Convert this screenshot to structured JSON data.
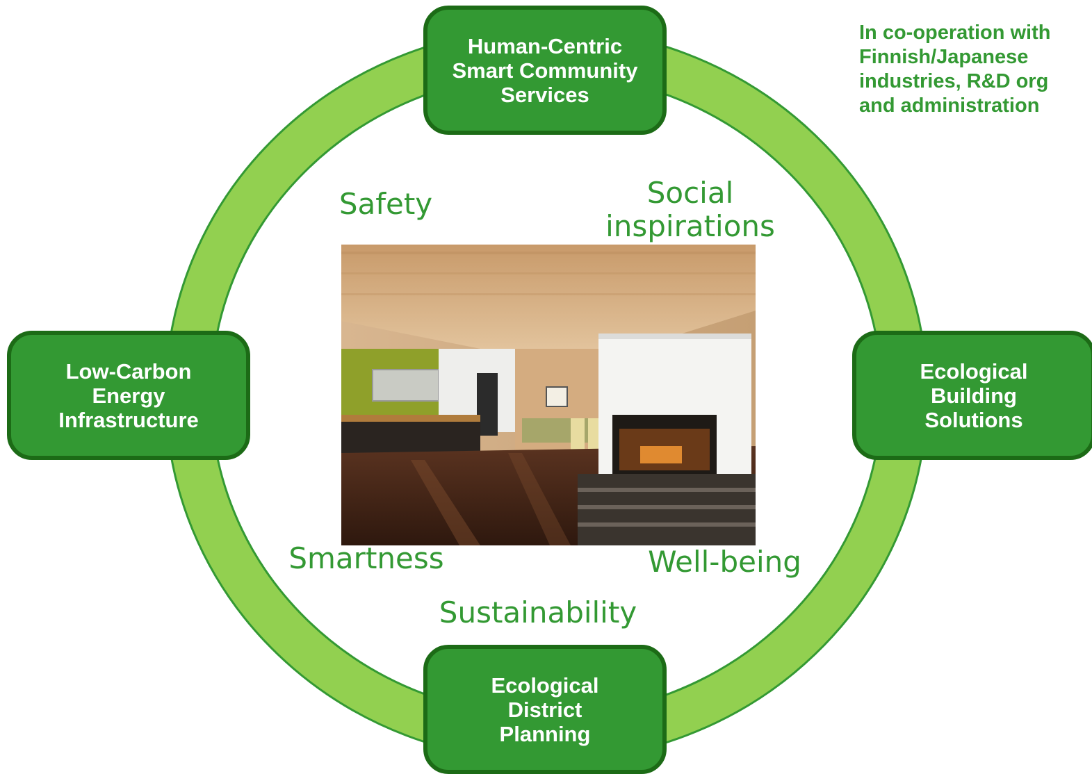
{
  "nodes": {
    "top": "Human-Centric\nSmart Community\nServices",
    "left": "Low-Carbon\nEnergy\nInfrastructure",
    "right": "Ecological\nBuilding\nSolutions",
    "bottom": "Ecological\nDistrict\nPlanning"
  },
  "values": {
    "safety": "Safety",
    "social": "Social\ninspirations",
    "smartness": "Smartness",
    "wellbeing": "Well-being",
    "sustainability": "Sustainability"
  },
  "note": "In co-operation with\nFinnish/Japanese\nindustries, R&D org\nand administration",
  "colors": {
    "ring": "#92d050",
    "ring_outline": "#339933",
    "node_fill": "#339933",
    "node_border": "#1c6b16",
    "text_green": "#339933"
  }
}
